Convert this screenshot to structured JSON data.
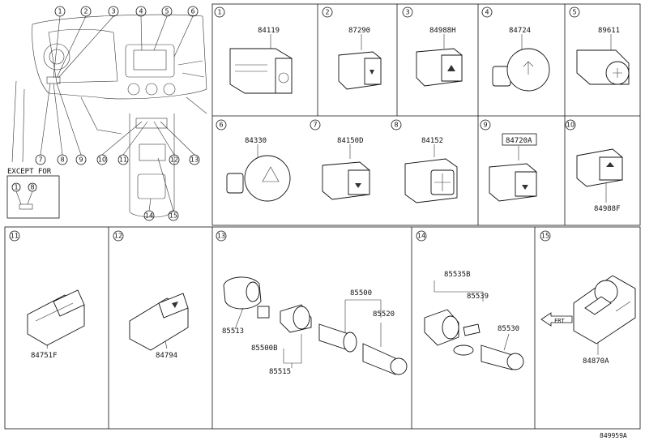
{
  "overview": {
    "callouts": [
      "1",
      "2",
      "3",
      "4",
      "5",
      "6",
      "7",
      "8",
      "9",
      "10",
      "11",
      "12",
      "13",
      "14",
      "15"
    ],
    "except_label": "EXCEPT FOR",
    "except_markers": [
      "1",
      "8"
    ]
  },
  "panels": [
    {
      "num": "1",
      "part": "84119"
    },
    {
      "num": "2",
      "part": "87290"
    },
    {
      "num": "3",
      "part": "84988H"
    },
    {
      "num": "4",
      "part": "84724"
    },
    {
      "num": "5",
      "part": "89611"
    },
    {
      "num": "6",
      "part": "84330"
    },
    {
      "num": "7",
      "part": "84150D"
    },
    {
      "num": "8",
      "part": "84152"
    },
    {
      "num": "9",
      "part": "84720A"
    },
    {
      "num": "10",
      "part": "84988F"
    },
    {
      "num": "11",
      "part": "84751F"
    },
    {
      "num": "12",
      "part": "84794"
    },
    {
      "num": "13",
      "parts": [
        "85513",
        "85500B",
        "85515",
        "85500",
        "85520"
      ]
    },
    {
      "num": "14",
      "parts": [
        "85535B",
        "85539",
        "85530"
      ]
    },
    {
      "num": "15",
      "part": "84870A",
      "arrow_label": "FRT"
    }
  ],
  "footer_code": "849959A"
}
